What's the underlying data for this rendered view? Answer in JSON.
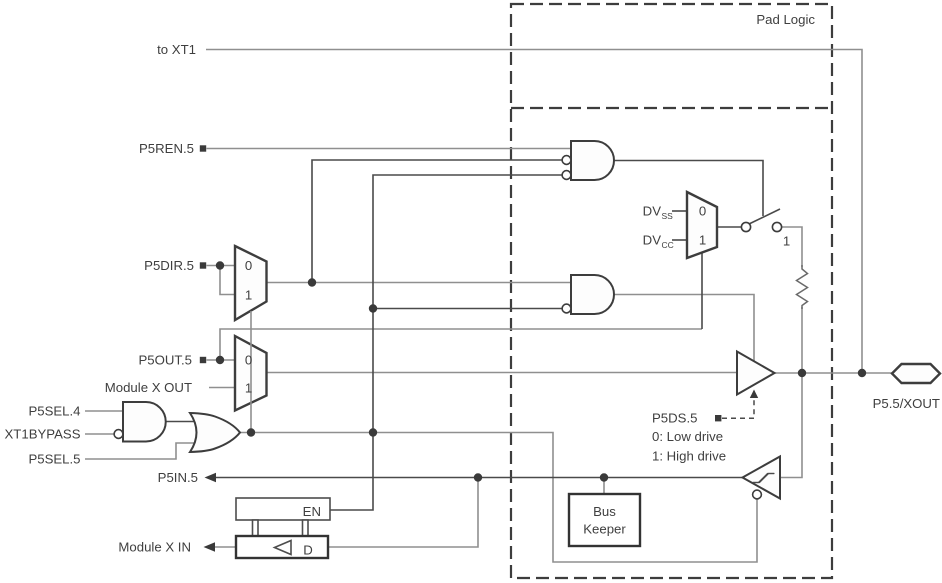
{
  "colors": {
    "wire_gray": "#8f8f8f",
    "wire_dark": "#4a4a4a",
    "outline": "#3d3d3d",
    "text": "#3f3f3f",
    "shape_fill": "#fdfdfd",
    "background": "#ffffff"
  },
  "pad_logic": {
    "title": "Pad Logic"
  },
  "signals": {
    "to_xt1": "to XT1",
    "p5ren": "P5REN.5",
    "p5dir": "P5DIR.5",
    "p5out": "P5OUT.5",
    "module_x_out": "Module X OUT",
    "p5sel4": "P5SEL.4",
    "xt1bypass": "XT1BYPASS",
    "p5sel5": "P5SEL.5",
    "p5in": "P5IN.5",
    "module_x_in": "Module X IN"
  },
  "pad": {
    "name": "P5.5/XOUT"
  },
  "drive_strength": {
    "label": "P5DS.5",
    "note_low": "0: Low drive",
    "note_high": "1: High drive"
  },
  "rails": {
    "dvss": {
      "base": "DV",
      "sub": "SS"
    },
    "dvcc": {
      "base": "DV",
      "sub": "CC"
    }
  },
  "mux_dir": {
    "input0": "0",
    "input1": "1"
  },
  "mux_out": {
    "input0": "0",
    "input1": "1"
  },
  "mux_pull": {
    "input0": "0",
    "input1": "1"
  },
  "pull_switch": {
    "label": "1"
  },
  "bus_keeper": {
    "line1": "Bus",
    "line2": "Keeper"
  },
  "input_latch": {
    "en": "EN",
    "d": "D"
  }
}
